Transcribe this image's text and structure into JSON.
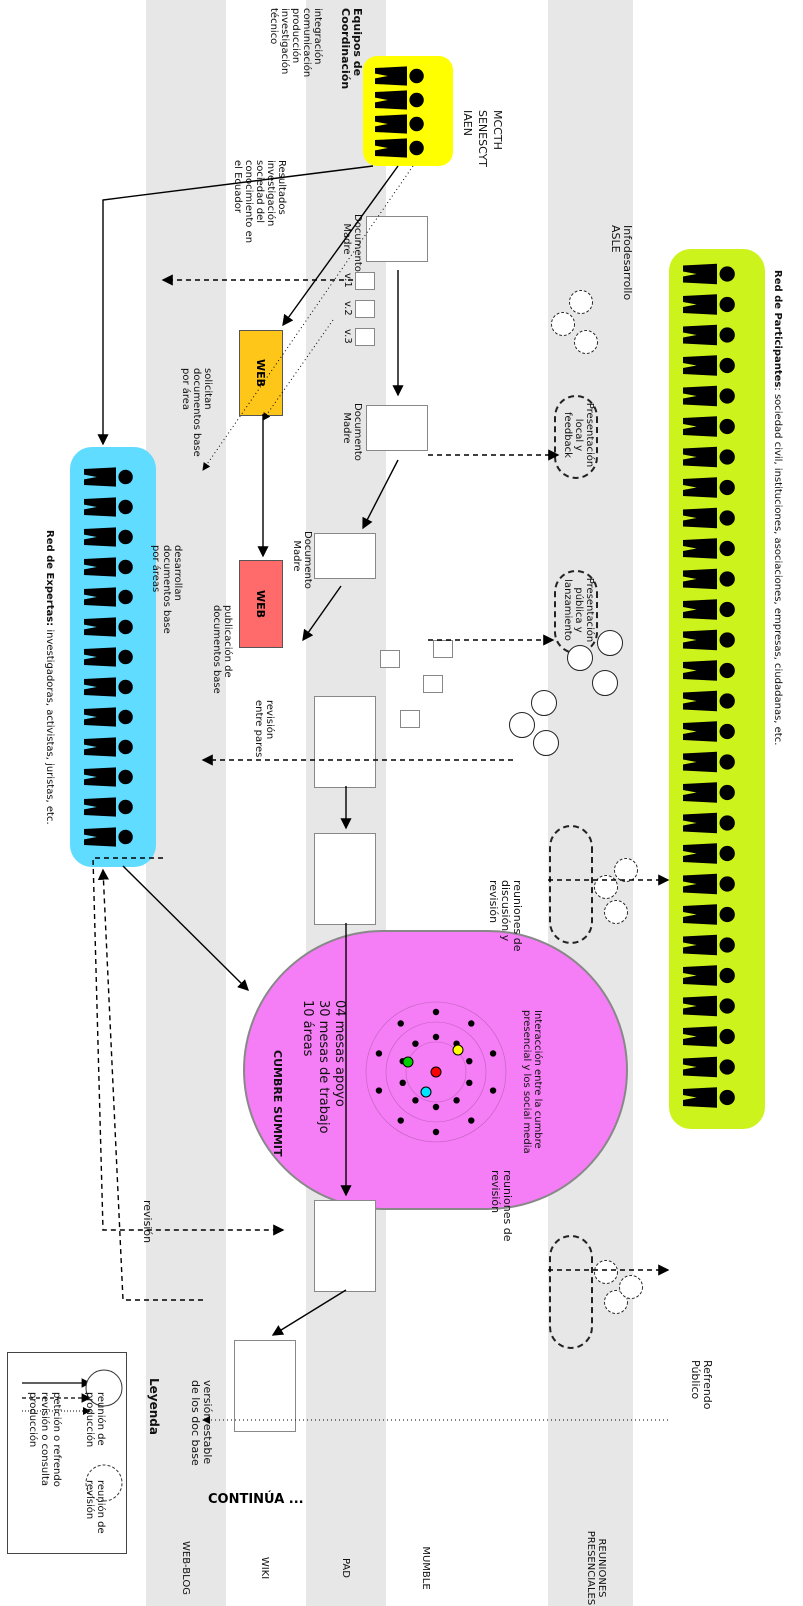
{
  "header": {
    "continua": "CONTINÚA ..."
  },
  "lanes": [
    "WEB-BLOG",
    "WIKI",
    "PAD",
    "MUMBLE",
    "REUNIONES PRESENCIALES"
  ],
  "legend": {
    "title": "Leyenda",
    "produccion": "producción",
    "revision_consulta": "revisión o consulta",
    "peticion_refrendo": "petición o refrendo",
    "reunion_produccion": "reunión de producción",
    "reunion_revision": "reunión de revisión"
  },
  "expertas": {
    "label_bold": "Red de Expertas:",
    "label_rest": " investigadoras, activistas, juristas, etc."
  },
  "participantes": {
    "label_bold": "Red de Participantes",
    "label_rest": ": sociedad civil, instituciones, asociaciones, empresas, ciudadanas, etc."
  },
  "equipos": {
    "title": "Equipos de Coordinación",
    "items": [
      "integración",
      "comunicación",
      "producción",
      "investigación",
      "técnico"
    ],
    "orgs": [
      "IAEN",
      "SENESCYT",
      "MCCTH"
    ]
  },
  "labels": {
    "resultados": "Resultados investigación sociedad del conocimiento en el Ecuador",
    "doc_madre_1": "Documento Madre",
    "doc_madre_2": "Documento Madre",
    "doc_madre_3": "Documento Madre",
    "v1": "v.1",
    "v2": "v.2",
    "v3": "v.3",
    "infodesarrollo": "Infodesarrollo ASLE",
    "solicitan": "solicitan documentos base por área",
    "web": "WEB",
    "presentacion_local": "Presentación local y feedback",
    "presentacion_publica": "Presentación pública y lanzamiento",
    "desarrollan": "desarrollan documentos base por áreas",
    "publicacion": "publicación de documentos base",
    "revision_pares": "revisión entre pares",
    "reuniones_discusion": "reuniones de discusión y revisión",
    "reuniones_revision": "reuniones de revisión",
    "revision": "revisión",
    "version_estable": "versión estable de los doc base",
    "refrendo": "Refrendo Público"
  },
  "cumbre": {
    "title": "CUMBRE SUMMIT",
    "line1": "10 áreas",
    "line2": "30 mesas de trabajo",
    "line3": "04 mesas apoyo",
    "interaccion": "Interacción entre la cumbre presencial y los social media"
  },
  "colors": {
    "expertas": "#5fdcff",
    "participantes": "#ccf31b",
    "equipos": "#ffff00",
    "cumbre": "#f57df5",
    "web_yellow": "#ffc61a",
    "web_red": "#ff6b6b",
    "band": "#e7e7e7"
  }
}
